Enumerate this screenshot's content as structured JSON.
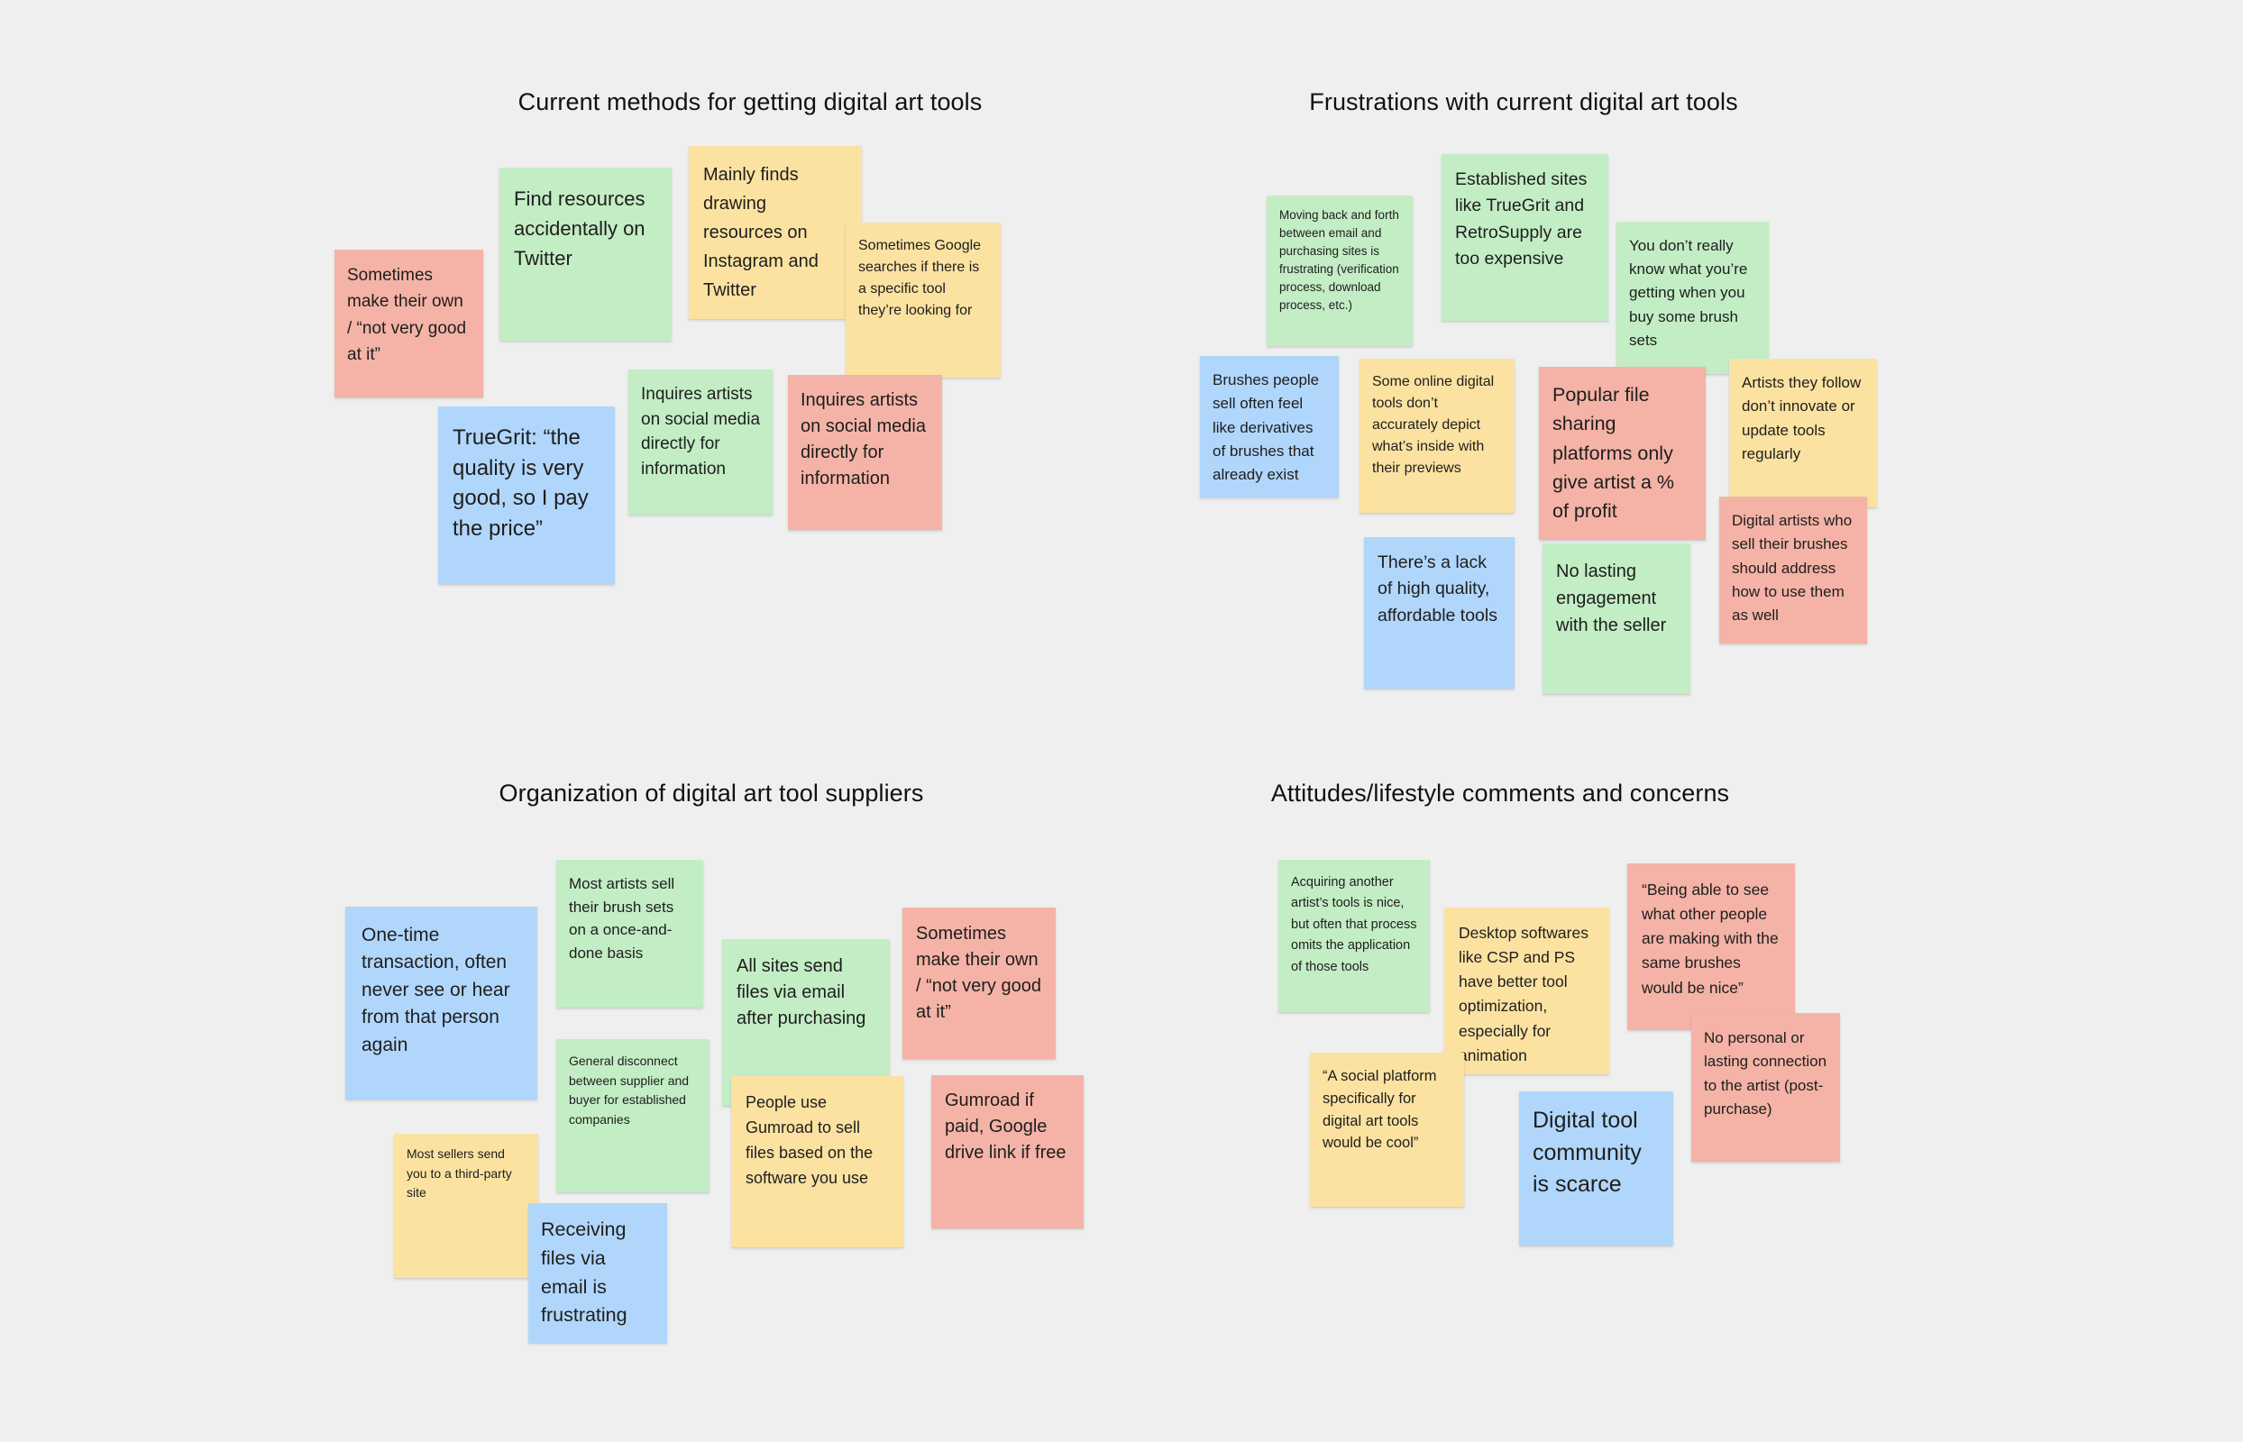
{
  "colors": {
    "background": "#efefef",
    "green": "#c3edc4",
    "yellow": "#fbe2a1",
    "red": "#f4b3a6",
    "blue": "#b1d6fb"
  },
  "sections": {
    "current_methods": {
      "title": "Current methods for getting digital art tools",
      "notes": {
        "make_own": "Sometimes make their own / “not very good at it”",
        "twitter": "Find resources accidentally on Twitter",
        "instagram": "Mainly finds drawing resources on Instagram and Twitter",
        "google": "Sometimes Google searches if there is a specific tool they’re looking for",
        "truegrit": "TrueGrit: “the quality is very good, so I pay the price”",
        "inquires_green": "Inquires artists on social media directly for information",
        "inquires_red": "Inquires artists on social media directly for information"
      }
    },
    "frustrations": {
      "title": "Frustrations with current digital art tools",
      "notes": {
        "moving_back": "Moving back and forth between email and purchasing sites is frustrating (verification process, download process, etc.)",
        "established": "Established sites like TrueGrit and RetroSupply are too expensive",
        "dont_know": "You don’t really know what you’re getting when you buy some brush sets",
        "derivatives": "Brushes people sell often feel like derivatives of brushes that already exist",
        "previews": "Some online digital tools don’t accurately depict what’s inside with their previews",
        "file_sharing": "Popular file sharing platforms only give artist a % of profit",
        "innovate": "Artists they follow don’t innovate or update tools regularly",
        "lack_quality": "There’s a lack of high quality, affordable tools",
        "engagement": "No lasting engagement with the seller",
        "address_use": "Digital artists who sell their brushes should address how to use them as well"
      }
    },
    "organization": {
      "title": "Organization of digital art tool suppliers",
      "notes": {
        "one_time": "One-time transaction, often never see or hear from that person again",
        "once_and_done": "Most artists sell their brush sets on a once-and-done basis",
        "email_after": "All sites send files via email after purchasing",
        "make_own": "Sometimes make their own / “not very good at it”",
        "disconnect": "General disconnect between supplier and buyer for established companies",
        "gumroad_sell": "People use Gumroad to sell files based on the software you use",
        "gumroad_paid": "Gumroad if paid, Google drive link if free",
        "third_party": "Most sellers send you to a third-party site",
        "receiving": "Receiving files via email is frustrating"
      }
    },
    "attitudes": {
      "title": "Attitudes/lifestyle comments and concerns",
      "notes": {
        "acquiring": "Acquiring another artist’s tools is nice, but often that process omits the application of those tools",
        "desktop": "Desktop softwares like CSP and PS have better tool optimization, especially for animation",
        "being_able": "“Being able to see what other people are making with the same brushes would be nice”",
        "social_platform": "“A social platform specifically for digital art tools would be cool”",
        "community": "Digital tool community is scarce",
        "no_personal": "No personal or lasting connection to the artist (post-purchase)"
      }
    }
  }
}
